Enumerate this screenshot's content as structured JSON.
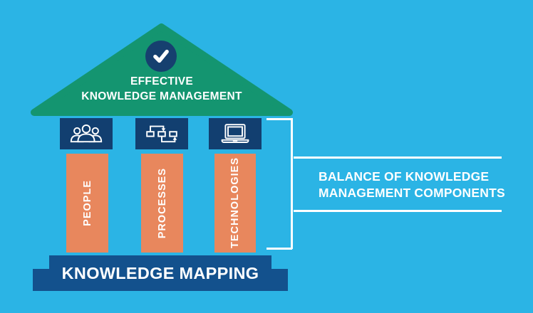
{
  "diagram": {
    "type": "temple-infographic",
    "roof": {
      "line1": "EFFECTIVE",
      "line2": "KNOWLEDGE MANAGEMENT",
      "badge_icon": "checkmark-icon"
    },
    "pillars": [
      {
        "label": "PEOPLE",
        "icon": "people-icon"
      },
      {
        "label": "PROCESSES",
        "icon": "workflow-icon"
      },
      {
        "label": "TECHNOLOGIES",
        "icon": "laptop-icon"
      }
    ],
    "foundation": {
      "label": "KNOWLEDGE MAPPING"
    },
    "callout": {
      "line1": "BALANCE OF KNOWLEDGE",
      "line2": "MANAGEMENT COMPONENTS"
    }
  },
  "colors": {
    "background": "#2BB4E5",
    "roof_green": "#149570",
    "navy": "#123F70",
    "foundation_blue": "#13518D",
    "pillar_orange": "#E8875D",
    "text": "#FFFFFF"
  }
}
